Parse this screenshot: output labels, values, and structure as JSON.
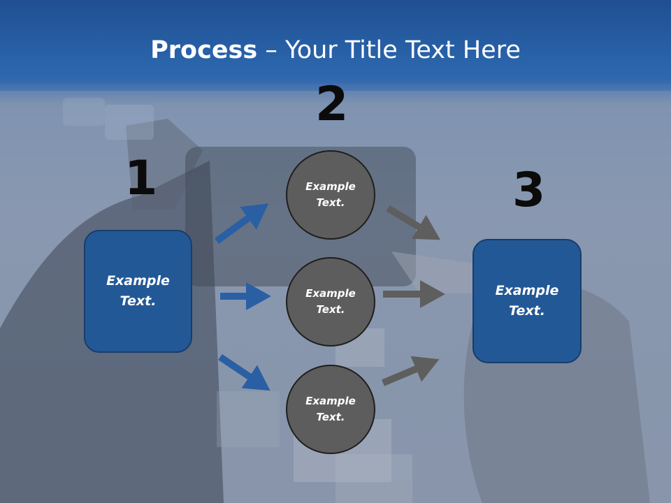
{
  "title": {
    "bold": "Process",
    "rest": " – Your Title Text Here"
  },
  "steps": [
    {
      "number": "1",
      "box_text": "Example\nText."
    },
    {
      "number": "2",
      "circles": [
        "Example\nText.",
        "Example\nText.",
        "Example\nText."
      ]
    },
    {
      "number": "3",
      "box_text": "Example\nText."
    }
  ],
  "colors": {
    "title_band": "#2a64aa",
    "box_fill": "#235896",
    "circle_fill": "#5d5d5d",
    "arrow_blue": "#2a5fa3",
    "arrow_gray": "#5e5e5e"
  }
}
